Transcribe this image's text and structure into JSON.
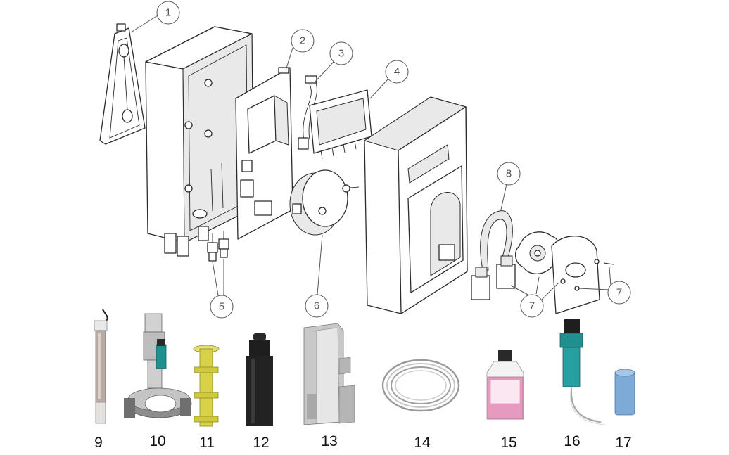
{
  "callouts": [
    {
      "label": "1"
    },
    {
      "label": "2"
    },
    {
      "label": "3"
    },
    {
      "label": "4"
    },
    {
      "label": "5"
    },
    {
      "label": "6"
    },
    {
      "label": "7"
    },
    {
      "label": "7"
    },
    {
      "label": "8"
    }
  ],
  "parts": [
    {
      "label": "9"
    },
    {
      "label": "10"
    },
    {
      "label": "11"
    },
    {
      "label": "12"
    },
    {
      "label": "13"
    },
    {
      "label": "14"
    },
    {
      "label": "15"
    },
    {
      "label": "16"
    },
    {
      "label": "17"
    }
  ],
  "colors": {
    "line": "#2b2b2b",
    "callout_line": "#555555",
    "pink_liquid": "#e69ac0",
    "teal": "#1f8f8f",
    "yellow": "#d8d24a",
    "blue": "#7eaad8",
    "black": "#1e1e1e",
    "grey": "#c8c8c8"
  }
}
